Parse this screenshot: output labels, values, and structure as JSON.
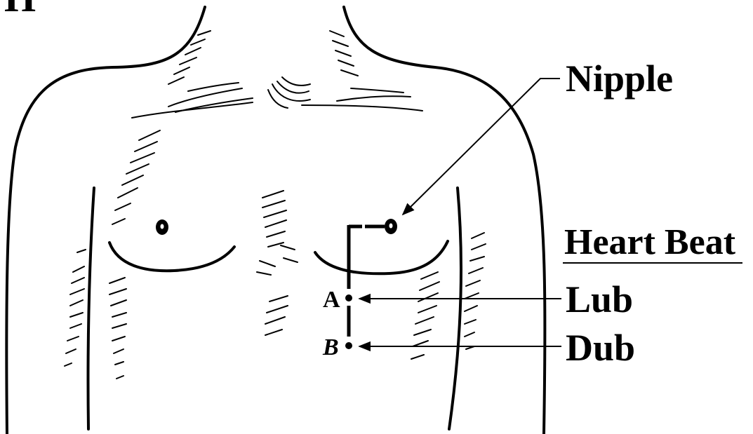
{
  "figure": {
    "panel_letter": "H",
    "labels": {
      "nipple": "Nipple",
      "heart_beat": "Heart Beat",
      "lub": "Lub",
      "dub": "Dub",
      "point_a": "A",
      "point_b": "B"
    }
  }
}
